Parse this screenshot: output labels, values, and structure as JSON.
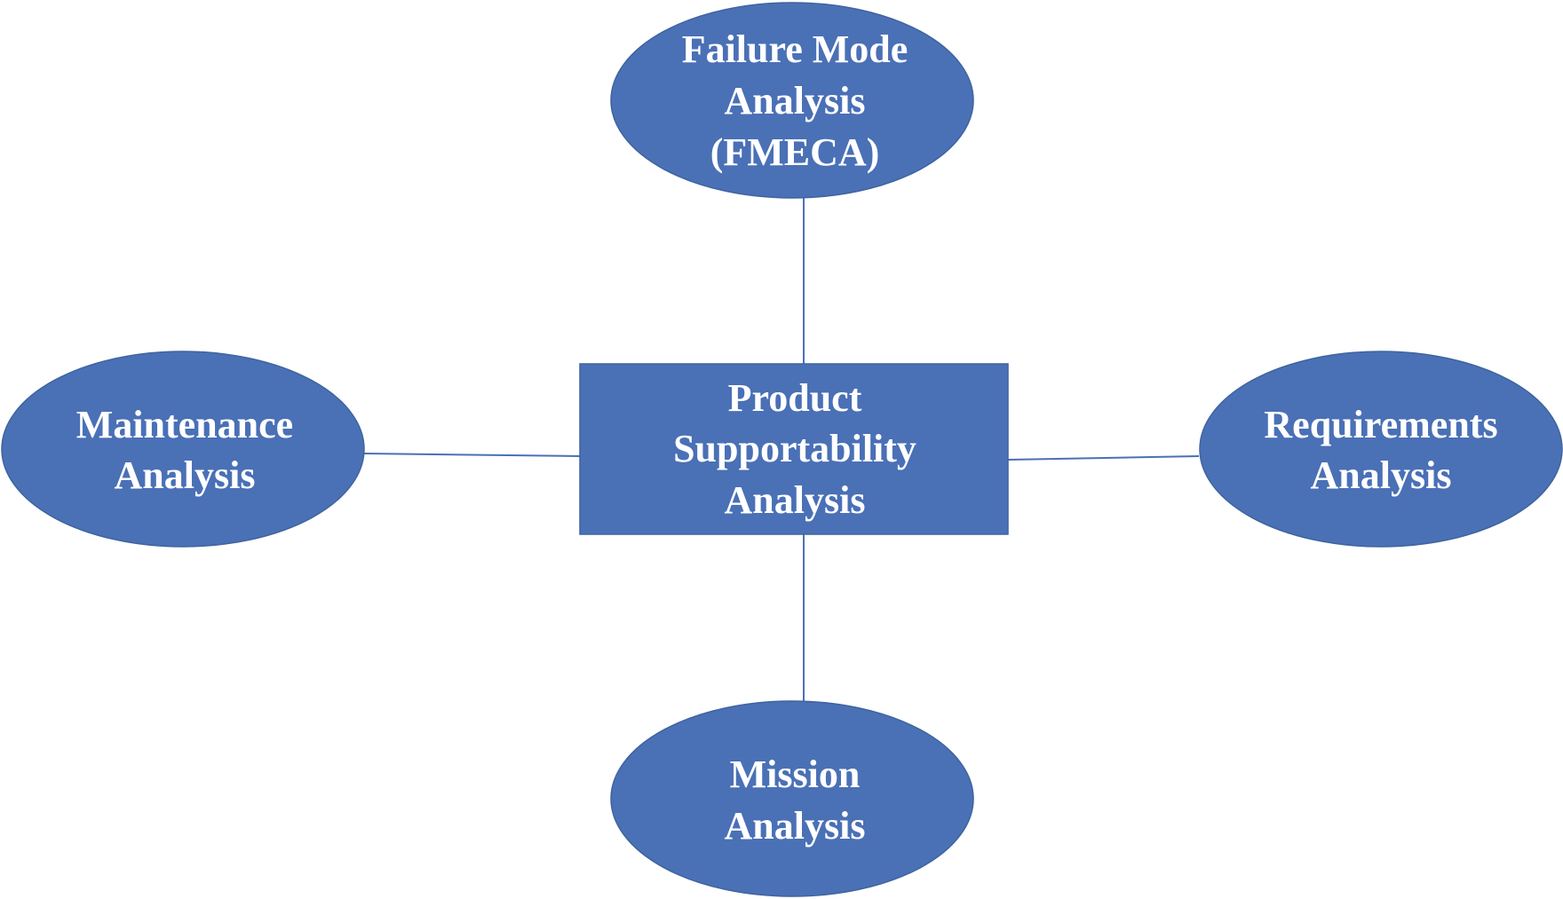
{
  "colors": {
    "node_fill": "#4a70b6",
    "node_stroke": "#3f649f",
    "connector": "#4a70b6",
    "text": "#ffffff",
    "background": "#ffffff"
  },
  "center": {
    "shape": "rectangle",
    "lines": [
      "Product",
      "Supportability",
      "Analysis"
    ]
  },
  "nodes": {
    "top": {
      "shape": "ellipse",
      "lines": [
        "Failure Mode",
        "Analysis",
        "(FMECA)"
      ]
    },
    "left": {
      "shape": "ellipse",
      "lines": [
        "Maintenance",
        "Analysis"
      ]
    },
    "right": {
      "shape": "ellipse",
      "lines": [
        "Requirements",
        "Analysis"
      ]
    },
    "bottom": {
      "shape": "ellipse",
      "lines": [
        "Mission",
        "Analysis"
      ]
    }
  },
  "edges": [
    {
      "from": "center",
      "to": "top"
    },
    {
      "from": "center",
      "to": "left"
    },
    {
      "from": "center",
      "to": "right"
    },
    {
      "from": "center",
      "to": "bottom"
    }
  ]
}
